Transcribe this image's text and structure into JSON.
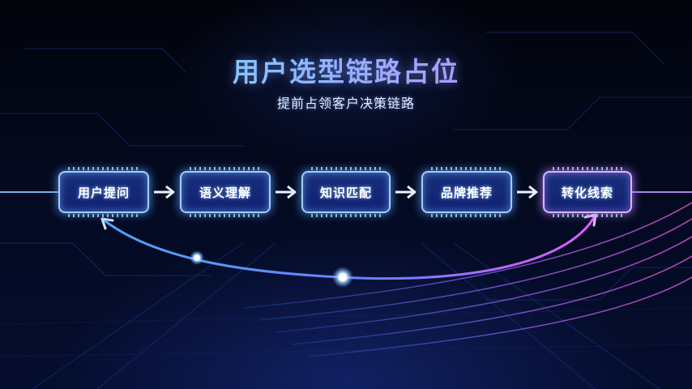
{
  "header": {
    "title": "用户选型链路占位",
    "subtitle": "提前占领客户决策链路"
  },
  "flow": {
    "steps": [
      {
        "label": "用户提问"
      },
      {
        "label": "语义理解"
      },
      {
        "label": "知识匹配"
      },
      {
        "label": "品牌推荐"
      },
      {
        "label": "转化线索"
      }
    ]
  },
  "colors": {
    "accent_cyan": "#6ff0ff",
    "accent_purple": "#e86cff",
    "node_border": "#9fd0ff"
  }
}
